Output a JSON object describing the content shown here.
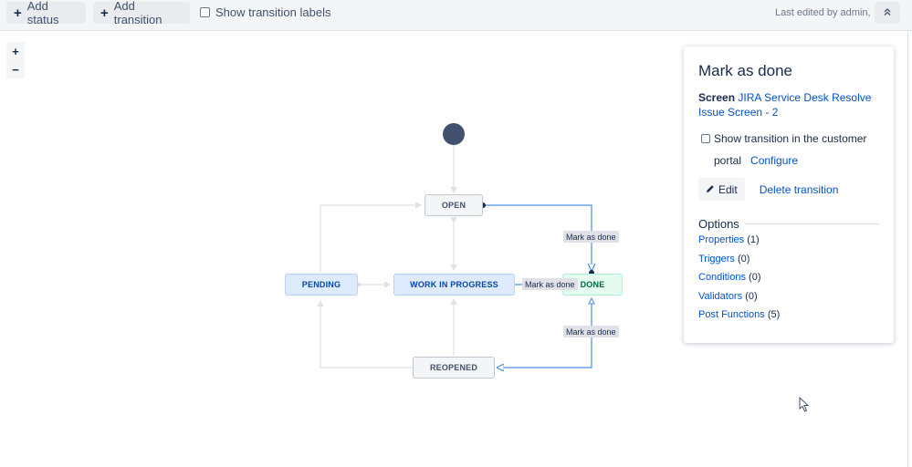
{
  "toolbar": {
    "add_status": "Add status",
    "add_transition": "Add transition",
    "show_labels": "Show transition labels",
    "last_edited": "Last edited by admin,"
  },
  "zoom": {
    "in": "+",
    "out": "−"
  },
  "workflow": {
    "nodes": {
      "open": "OPEN",
      "pending": "PENDING",
      "wip": "WORK IN PROGRESS",
      "done": "DONE",
      "reopened": "REOPENED"
    },
    "edge_labels": {
      "top": "Mark as done",
      "middle": "Mark as done",
      "bottom": "Mark as done"
    }
  },
  "panel": {
    "title": "Mark as done",
    "screen_label": "Screen",
    "screen_link": "JIRA Service Desk Resolve Issue Screen - 2",
    "portal_text_1": "Show transition in the customer",
    "portal_text_2": "portal",
    "configure": "Configure",
    "edit": "Edit",
    "delete": "Delete transition",
    "options_heading": "Options",
    "options": [
      {
        "name": "Properties",
        "count": "(1)"
      },
      {
        "name": "Triggers",
        "count": "(0)"
      },
      {
        "name": "Conditions",
        "count": "(0)"
      },
      {
        "name": "Validators",
        "count": "(0)"
      },
      {
        "name": "Post Functions",
        "count": "(5)"
      }
    ]
  },
  "colors": {
    "initial_node": "#42526e",
    "selected_edge": "#4a90e2",
    "edge": "#dfe1e6"
  }
}
